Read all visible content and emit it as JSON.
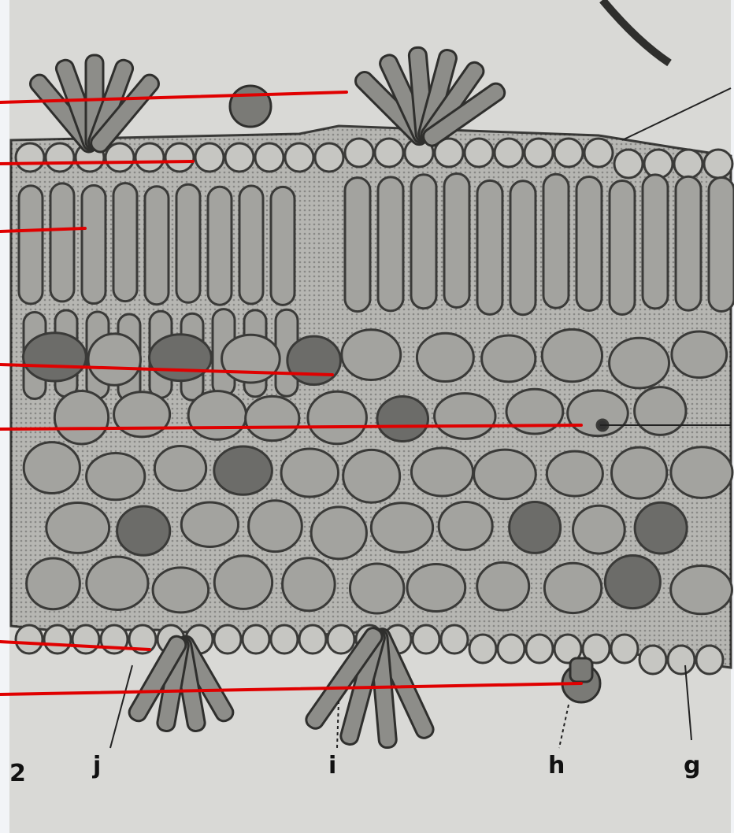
{
  "figure": {
    "plate_number": "2",
    "bottom_labels": [
      {
        "id": "j",
        "text": "j"
      },
      {
        "id": "i",
        "text": "i"
      },
      {
        "id": "h",
        "text": "h"
      },
      {
        "id": "g",
        "text": "g"
      }
    ],
    "pointer_color": "#e00000",
    "pointer_count": 7
  },
  "colors": {
    "page_bg": "#f2f4f7",
    "paper": "#d9d9d6",
    "cell_fill": "#a3a39f",
    "cell_dark": "#6c6c69",
    "tissue": "#b6b6b2",
    "outline": "#3a3a38",
    "pointer": "#e00000"
  }
}
